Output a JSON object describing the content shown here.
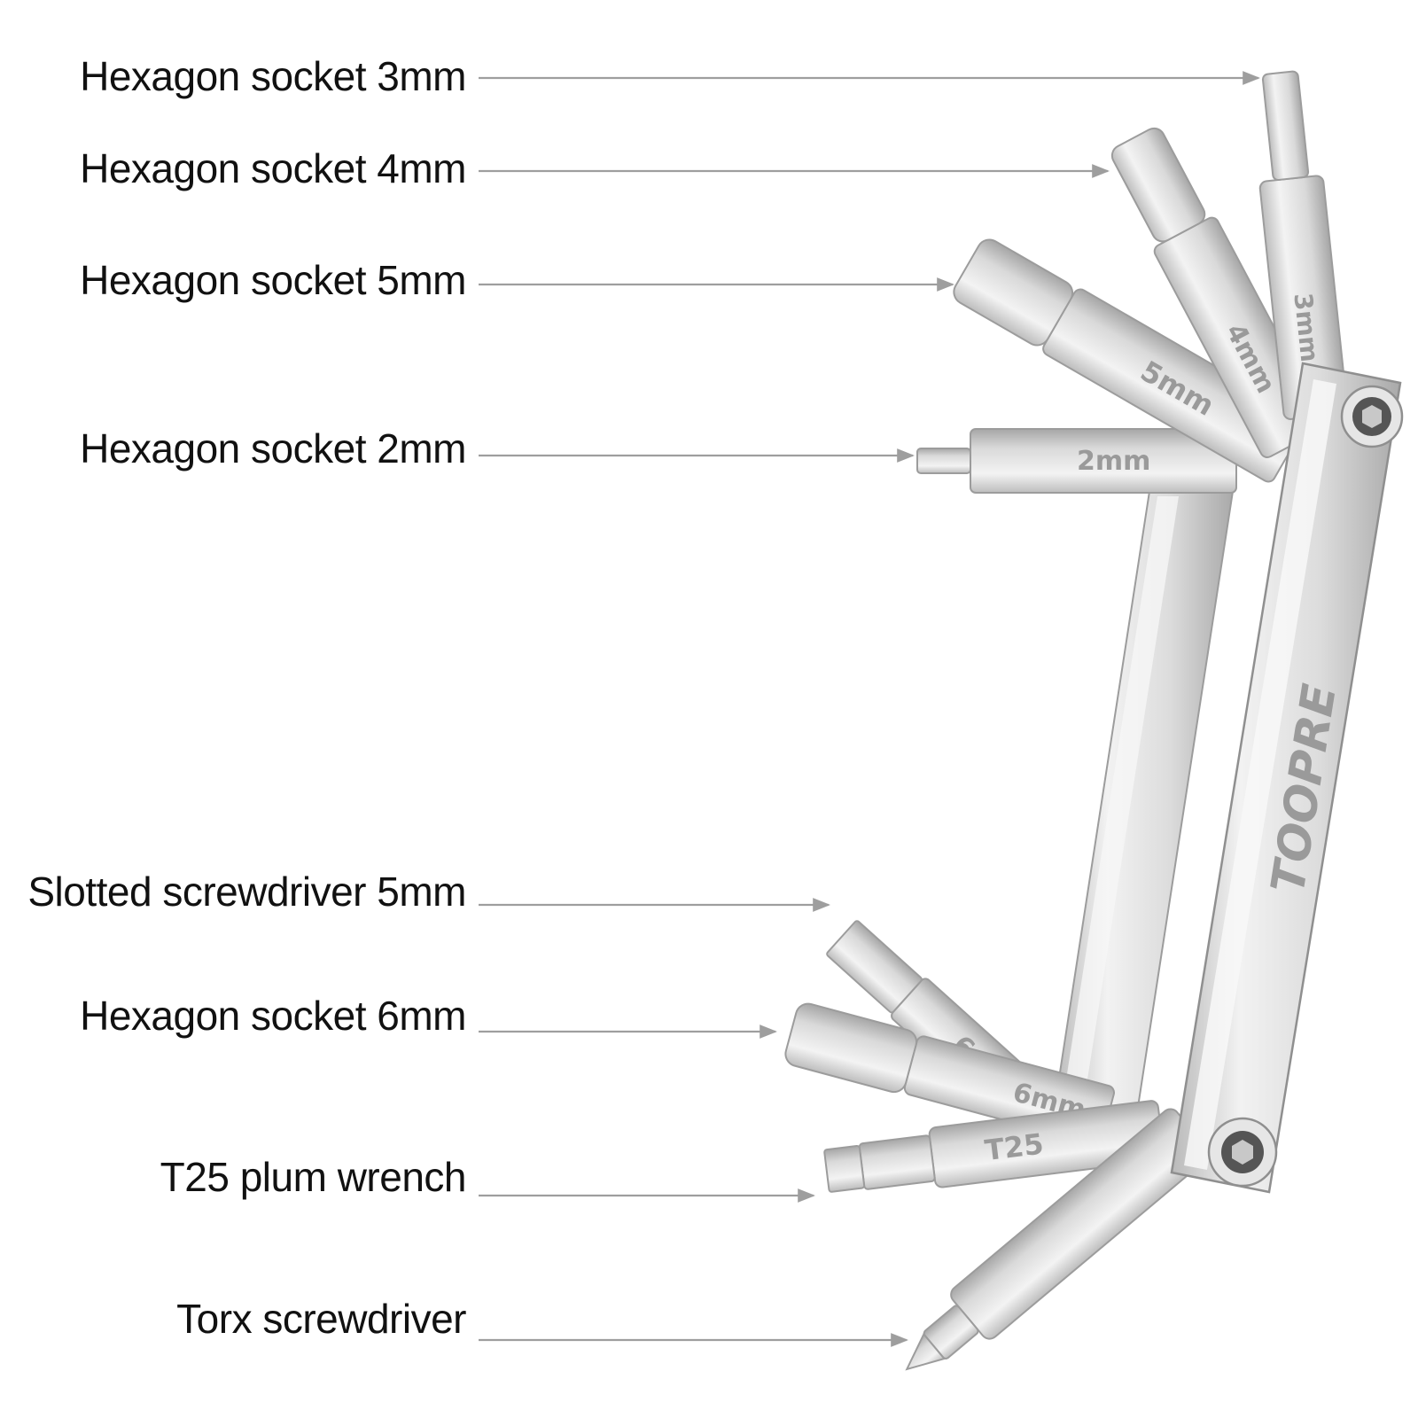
{
  "callouts": [
    {
      "label": "Hexagon socket 3mm"
    },
    {
      "label": "Hexagon socket 4mm"
    },
    {
      "label": "Hexagon socket 5mm"
    },
    {
      "label": "Hexagon socket 2mm"
    },
    {
      "label": "Slotted screwdriver 5mm"
    },
    {
      "label": "Hexagon socket 6mm"
    },
    {
      "label": "T25 plum wrench"
    },
    {
      "label": "Torx screwdriver"
    }
  ],
  "tool": {
    "brand": "TOOPRE",
    "engravings": {
      "bit_3mm": "3mm",
      "bit_4mm": "4mm",
      "bit_5mm": "5mm",
      "bit_2mm": "2mm",
      "slotted": "6.5",
      "bit_6mm": "6mm",
      "torx": "T25"
    }
  },
  "colors": {
    "leader": "#9e9e9e",
    "label_text": "#111111",
    "metal_light": "#ececec",
    "metal_mid": "#d2d2d2",
    "metal_dark": "#a8a8a8",
    "engraving": "#9a9a9a"
  }
}
